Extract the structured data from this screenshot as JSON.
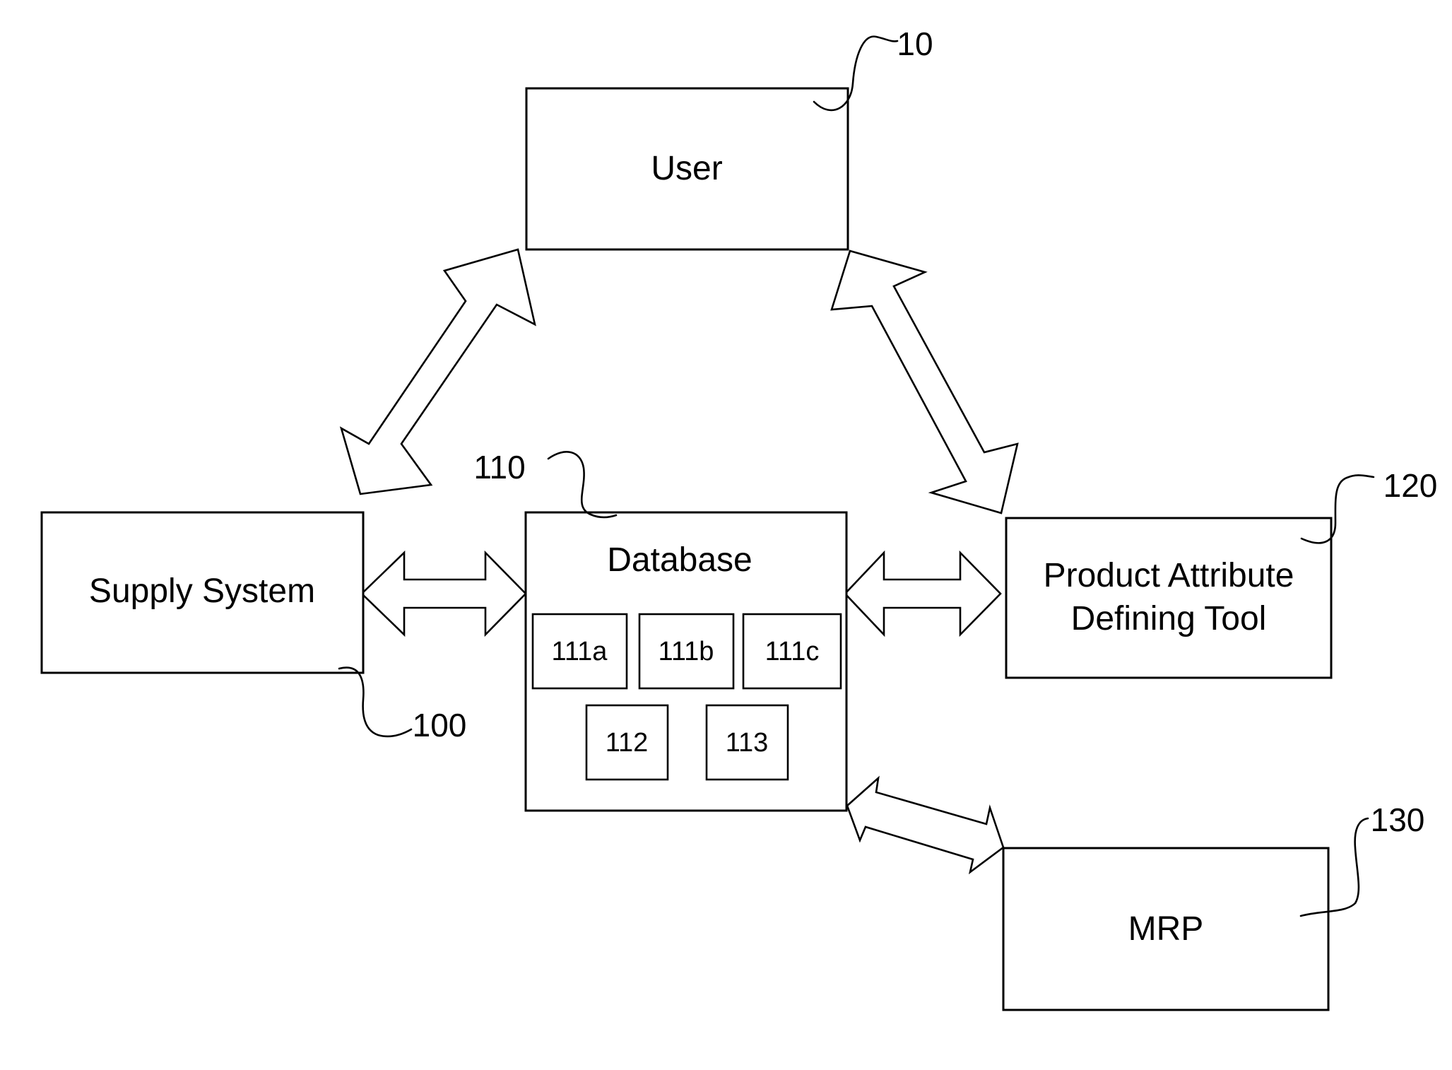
{
  "nodes": {
    "user": {
      "label": "User",
      "ref": "10"
    },
    "supply_system": {
      "label": "Supply System",
      "ref": "100"
    },
    "database": {
      "label": "Database",
      "ref": "110",
      "items": [
        "111a",
        "111b",
        "111c",
        "112",
        "113"
      ]
    },
    "product_attribute_tool": {
      "label_line1": "Product Attribute",
      "label_line2": "Defining Tool",
      "ref": "120"
    },
    "mrp": {
      "label": "MRP",
      "ref": "130"
    }
  },
  "connections": [
    "User <-> Supply System",
    "User <-> Product Attribute Defining Tool",
    "Supply System <-> Database",
    "Database <-> Product Attribute Defining Tool",
    "Database <-> MRP"
  ]
}
